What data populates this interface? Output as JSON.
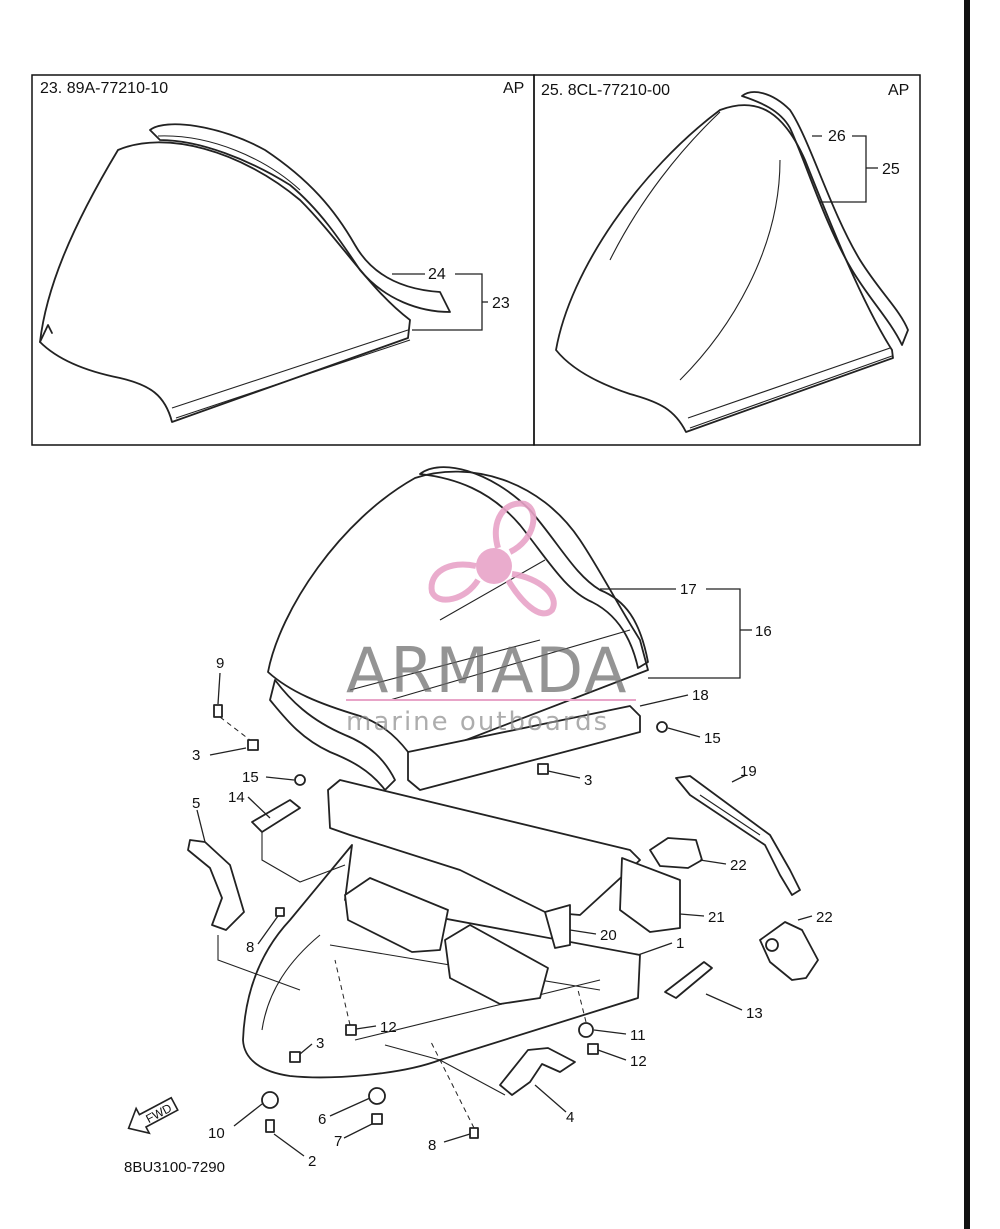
{
  "inset_left": {
    "title": "23. 89A-77210-10",
    "region": "AP"
  },
  "inset_right": {
    "title": "25. 8CL-77210-00",
    "region": "AP"
  },
  "callouts": {
    "c23": "23",
    "c24": "24",
    "c25": "25",
    "c26": "26",
    "c1": "1",
    "c2": "2",
    "c3a": "3",
    "c3b": "3",
    "c3c": "3",
    "c4": "4",
    "c5": "5",
    "c6": "6",
    "c7": "7",
    "c8a": "8",
    "c8b": "8",
    "c9": "9",
    "c10": "10",
    "c11": "11",
    "c12a": "12",
    "c12b": "12",
    "c13": "13",
    "c14": "14",
    "c15a": "15",
    "c15b": "15",
    "c16": "16",
    "c17": "17",
    "c18": "18",
    "c19": "19",
    "c20": "20",
    "c21": "21",
    "c22a": "22",
    "c22b": "22"
  },
  "fwd_label": "FWD",
  "diagram_code": "8BU3100-7290",
  "watermark": {
    "brand": "ARMADA",
    "tagline": "marine outboards",
    "accent_color": "#e8a4c8"
  }
}
